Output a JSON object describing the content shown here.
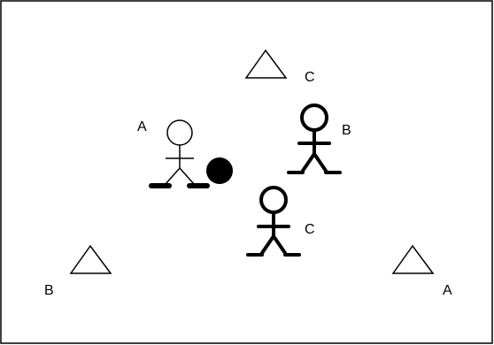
{
  "diagram": {
    "stroke_color": "#000000",
    "background_color": "#ffffff",
    "cones": [
      {
        "label": "C"
      },
      {
        "label": "B"
      },
      {
        "label": "A"
      }
    ],
    "players": [
      {
        "label": "A",
        "style": "thin-outline",
        "has_ball": true
      },
      {
        "label": "B",
        "style": "bold"
      },
      {
        "label": "C",
        "style": "bold"
      }
    ]
  }
}
